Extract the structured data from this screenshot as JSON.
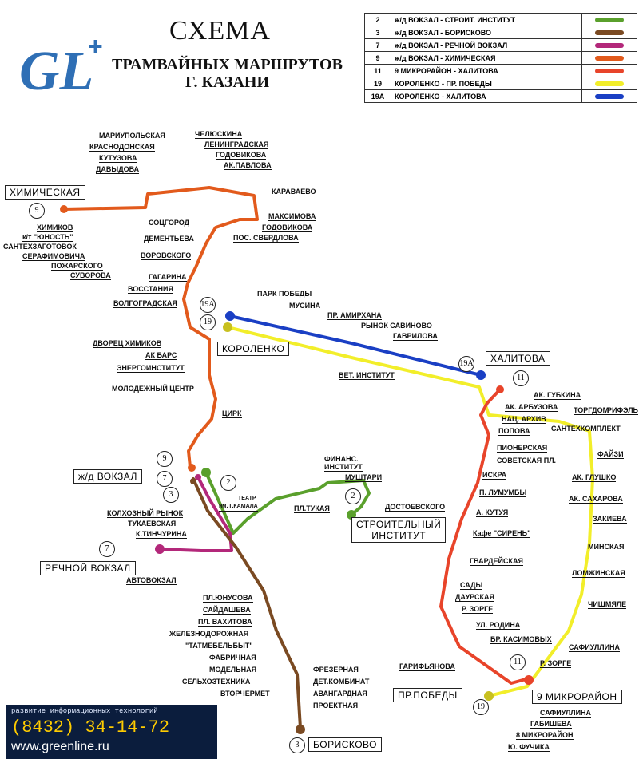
{
  "title": {
    "line1": "СХЕМА",
    "line2": "ТРАМВАЙНЫХ МАРШРУТОВ",
    "line3": "Г. КАЗАНИ"
  },
  "logo": {
    "text": "GL",
    "plus": "+"
  },
  "legend": [
    {
      "num": "2",
      "name": "ж/д ВОКЗАЛ - СТРОИТ. ИНСТИТУТ",
      "color": "#5aa02c"
    },
    {
      "num": "3",
      "name": "ж/д ВОКЗАЛ - БОРИСКОВО",
      "color": "#7a4a22"
    },
    {
      "num": "7",
      "name": "ж/д ВОКЗАЛ - РЕЧНОЙ ВОКЗАЛ",
      "color": "#b3287a"
    },
    {
      "num": "9",
      "name": "ж/д ВОКЗАЛ - ХИМИЧЕСКАЯ",
      "color": "#e25a1c"
    },
    {
      "num": "11",
      "name": "9 МИКРОРАЙОН - ХАЛИТОВА",
      "color": "#e8442a"
    },
    {
      "num": "19",
      "name": "КОРОЛЕНКО - ПР. ПОБЕДЫ",
      "color": "#f2ee2a"
    },
    {
      "num": "19А",
      "name": "КОРОЛЕНКО - ХАЛИТОВА",
      "color": "#1a3fc4"
    }
  ],
  "terminals": {
    "khimicheskaya": "ХИМИЧЕСКАЯ",
    "korolenko": "КОРОЛЕНКО",
    "khalitova": "ХАЛИТОВА",
    "zhd_vokzal": "ж/д ВОКЗАЛ",
    "rechnoy": "РЕЧНОЙ ВОКЗАЛ",
    "stroit1": "СТРОИТЕЛЬНЫЙ",
    "stroit2": "ИНСТИТУТ",
    "pr_pobedy": "ПР.ПОБЕДЫ",
    "mikro9": "9 МИКРОРАЙОН",
    "boriskovo": "БОРИСКОВО"
  },
  "route_circles": {
    "c9a": "9",
    "c19a": "19А",
    "c19": "19",
    "c19ah": "19А",
    "c11a": "11",
    "c9b": "9",
    "c7b": "7",
    "c2b": "2",
    "c3b": "3",
    "c7r": "7",
    "c2s": "2",
    "c11m": "11",
    "c19p": "19",
    "c3k": "3"
  },
  "stops": {
    "mariupolskaya": "МАРИУПОЛЬСКАЯ",
    "chelyuskina": "ЧЕЛЮСКИНА",
    "krasnodonskaya": "КРАСНОДОНСКАЯ",
    "leningradskaya": "ЛЕНИНГРАДСКАЯ",
    "kutuzova": "КУТУЗОВА",
    "godovikova1": "ГОДОВИКОВА",
    "davydova": "ДАВЫДОВА",
    "ak_pavlova": "АК.ПАВЛОВА",
    "karavaevo": "КАРАВАЕВО",
    "maksimova": "МАКСИМОВА",
    "godovikova2": "ГОДОВИКОВА",
    "pos_sverdlova": "ПОС. СВЕРДЛОВА",
    "khimikov": "ХИМИКОВ",
    "kt_yunost": "к/т \"ЮНОСТЬ\"",
    "santekhzagotovok": "САНТЕХЗАГОТОВОК",
    "serafimovicha": "СЕРАФИМОВИЧА",
    "pozharskogo": "ПОЖАРСКОГО",
    "suvorova": "СУВОРОВА",
    "sotsgorod": "СОЦГОРОД",
    "dementeva": "ДЕМЕНТЬЕВА",
    "vorovskogo": "ВОРОВСКОГО",
    "gagarina": "ГАГАРИНА",
    "vosstaniya": "ВОССТАНИЯ",
    "volgogradskaya": "ВОЛГОГРАДСКАЯ",
    "dvorets_khimikov": "ДВОРЕЦ ХИМИКОВ",
    "ak_bars": "АК БАРС",
    "energoinstitut": "ЭНЕРГОИНСТИТУТ",
    "molodezhny": "МОЛОДЕЖНЫЙ ЦЕНТР",
    "tsirk": "ЦИРК",
    "park_pobedy": "ПАРК ПОБЕДЫ",
    "musina": "МУСИНА",
    "pr_amirkhana": "ПР. АМИРХАНА",
    "rynok_savinovo": "РЫНОК САВИНОВО",
    "gavrilova": "ГАВРИЛОВА",
    "vet_institut": "ВЕТ. ИНСТИТУТ",
    "ak_gubkina": "АК. ГУБКИНА",
    "ak_arbuzova": "АК. АРБУЗОВА",
    "torgdom": "ТОРГДОМ",
    "rifel": "РИФЭЛЬ",
    "nats_arkhiv": "НАЦ. АРХИВ",
    "popova": "ПОПОВА",
    "santekhkomplekt": "САНТЕХКОМПЛЕКТ",
    "pionerskaya": "ПИОНЕРСКАЯ",
    "sovetskaya": "СОВЕТСКАЯ ПЛ.",
    "fayzi": "ФАЙЗИ",
    "iskra": "ИСКРА",
    "ak_glushko": "АК. ГЛУШКО",
    "p_lumumby": "П. ЛУМУМБЫ",
    "ak_sakharova": "АК. САХАРОВА",
    "a_kutuya": "А. КУТУЯ",
    "zakieva": "ЗАКИЕВА",
    "kafe_siren": "Кафе \"СИРЕНЬ\"",
    "minskaya": "МИНСКАЯ",
    "gvardeyskaya": "ГВАРДЕЙСКАЯ",
    "lomzhinskaya": "ЛОМЖИНСКАЯ",
    "sady": "САДЫ",
    "daurskaya": "ДАУРСКАЯ",
    "chishmyale": "ЧИШМЯЛЕ",
    "r_zorge1": "Р. ЗОРГЕ",
    "ul_rodina": "УЛ. РОДИНА",
    "br_kasimovykh": "БР. КАСИМОВЫХ",
    "safiullina1": "САФИУЛЛИНА",
    "garifyanova": "ГАРИФЬЯНОВА",
    "r_zorge2": "Р. ЗОРГЕ",
    "safiullina2": "САФИУЛЛИНА",
    "gabisheva": "ГАБИШЕВА",
    "mikro8": "8 МИКРОРАЙОН",
    "yu_fuchika": "Ю. ФУЧИКА",
    "finans1": "ФИНАНС.",
    "finans2": "ИНСТИТУТ",
    "mushtari": "МУШТАРИ",
    "dostoevskogo": "ДОСТОЕВСКОГО",
    "pl_tukaya": "ПЛ.ТУКАЯ",
    "teatr1": "ТЕАТР",
    "teatr2": "им. Г.КАМАЛА",
    "kolkhozny": "КОЛХОЗНЫЙ РЫНОК",
    "tukaevskaya": "ТУКАЕВСКАЯ",
    "k_tinchurina": "К.ТИНЧУРИНА",
    "avtovokzal": "АВТОВОКЗАЛ",
    "pl_yunusova": "ПЛ.ЮНУСОВА",
    "saydasheva": "САЙДАШЕВА",
    "pl_vakhitova": "ПЛ. ВАХИТОВА",
    "zheleznodorozhnaya": "ЖЕЛЕЗНОДОРОЖНАЯ",
    "tatmebelbyt": "\"ТАТМЕБЕЛЬБЫТ\"",
    "fabrichnaya": "ФАБРИЧНАЯ",
    "modelnaya": "МОДЕЛЬНАЯ",
    "selkhoztekhnika": "СЕЛЬХОЗТЕХНИКА",
    "vtorchermet": "ВТОРЧЕРМЕТ",
    "frezernaya": "ФРЕЗЕРНАЯ",
    "det_kombinat": "ДЕТ.КОМБИНАТ",
    "avangardnaya": "АВАНГАРДНАЯ",
    "proektnaya": "ПРОЕКТНАЯ"
  },
  "contact": {
    "tagline": "развитие информационных технологий",
    "phone": "(8432) 34-14-72",
    "site": "www.greenline.ru"
  }
}
